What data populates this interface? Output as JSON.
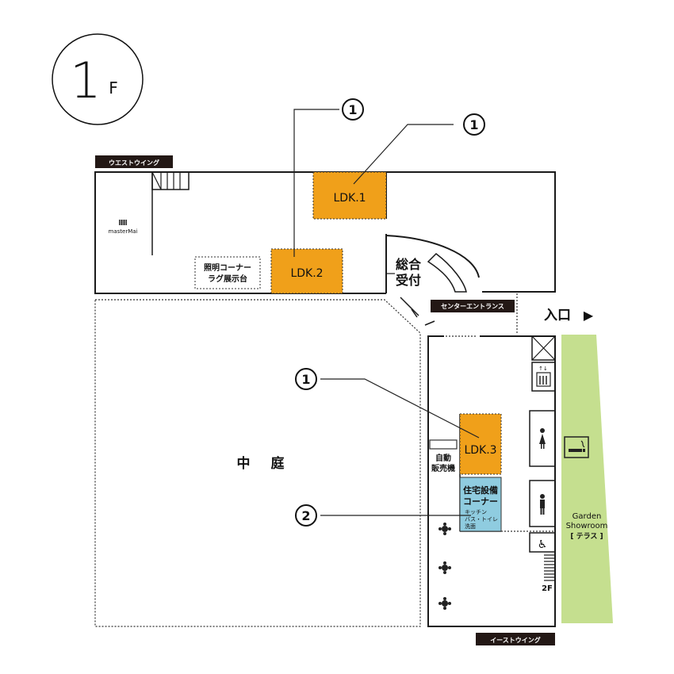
{
  "floor": {
    "number": "1",
    "unit": "F"
  },
  "wings": {
    "west": "ウエストウイング",
    "east": "イーストウイング",
    "center": "センターエントランス"
  },
  "rooms": {
    "ldk1": "LDK.1",
    "ldk2": "LDK.2",
    "ldk3": "LDK.3",
    "lighting": [
      "照明コーナー",
      "ラグ展示台"
    ],
    "reception": [
      "総合",
      "受付"
    ],
    "courtyard": [
      "中",
      "庭"
    ],
    "vending": [
      "自動",
      "販売機"
    ],
    "equipment": {
      "title": [
        "住宅設備",
        "コーナー"
      ],
      "sub": [
        "キッチン",
        "バス・トイレ",
        "洗面"
      ]
    },
    "brand": "masterMai"
  },
  "entrance": {
    "label": "入口",
    "arrow": "▶"
  },
  "stairs_up": "2F",
  "garden": [
    "Garden",
    "Showroom",
    "[ テラス ]"
  ],
  "markers": [
    "①",
    "①",
    "①",
    "②"
  ],
  "colors": {
    "ldk": "#F0A01A",
    "equipment": "#8FCCE0",
    "garden": "#C5DF8F",
    "wall": "#1a1a1a",
    "label_bg": "#231815"
  }
}
